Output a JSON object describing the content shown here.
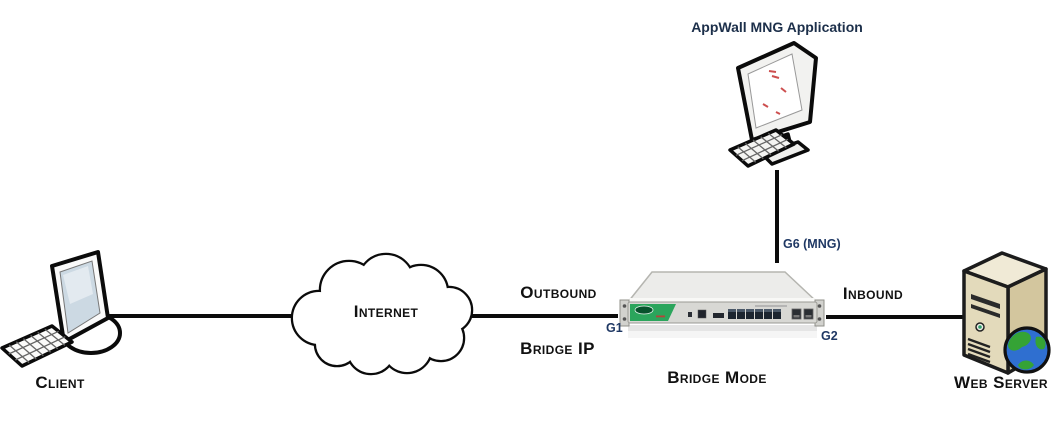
{
  "nodes": {
    "client": {
      "label": "Client",
      "icon": "desktop-computer"
    },
    "internet": {
      "label": "Internet",
      "icon": "cloud"
    },
    "appliance": {
      "label": "Bridge Mode",
      "icon": "rack-appliance"
    },
    "web_server": {
      "label": "Web Server",
      "icon": "server-tower-globe"
    },
    "management": {
      "label": "AppWall MNG Application",
      "icon": "desktop-computer"
    }
  },
  "links": {
    "outbound": {
      "label": "Outbound",
      "sublabel": "Bridge IP",
      "port": "G1"
    },
    "inbound": {
      "label": "Inbound",
      "port": "G2"
    },
    "management": {
      "port": "G6 (MNG)"
    }
  },
  "colors": {
    "line": "#0b0b0b",
    "port_label": "#1f3864",
    "title_text": "#1c2f4a",
    "label_text": "#111111",
    "appliance_green": "#2ba55c",
    "appliance_logo": "#07522c",
    "server_front": "#e3dabb",
    "server_side": "#d3c69e",
    "server_top": "#f0ead6",
    "globe_ocean": "#2f6fd0",
    "globe_land": "#35a335",
    "screen_blue": "#ccd9e3"
  }
}
